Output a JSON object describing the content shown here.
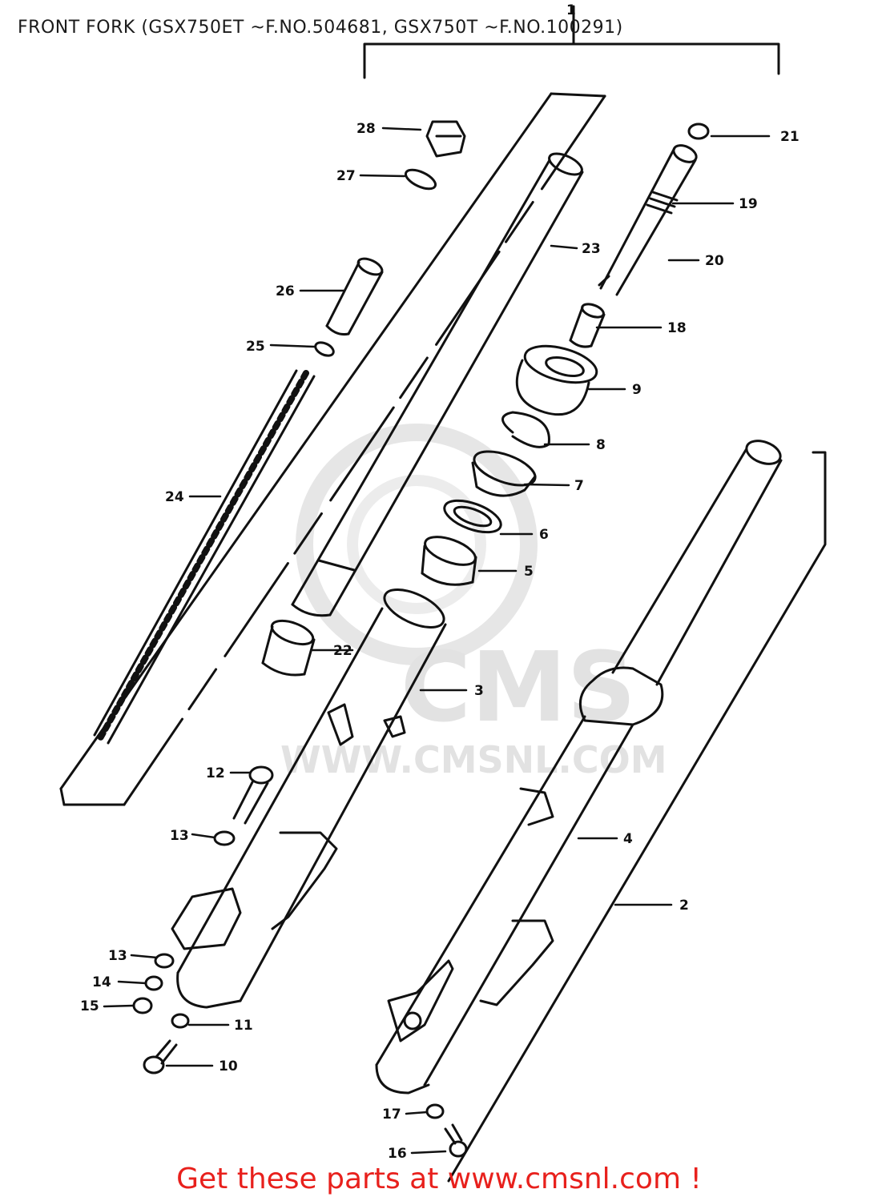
{
  "header": {
    "title": "FRONT FORK (GSX750ET ~F.NO.504681, GSX750T ~F.NO.100291)"
  },
  "watermark": {
    "brand": "CMS",
    "url": "WWW.CMSNL.COM"
  },
  "footer": {
    "link_text": "Get these parts at www.cmsnl.com !"
  },
  "parts": [
    {
      "num": "1"
    },
    {
      "num": "2"
    },
    {
      "num": "3"
    },
    {
      "num": "4"
    },
    {
      "num": "5"
    },
    {
      "num": "6"
    },
    {
      "num": "7"
    },
    {
      "num": "8"
    },
    {
      "num": "9"
    },
    {
      "num": "10"
    },
    {
      "num": "11"
    },
    {
      "num": "12"
    },
    {
      "num": "13"
    },
    {
      "num": "13"
    },
    {
      "num": "14"
    },
    {
      "num": "15"
    },
    {
      "num": "16"
    },
    {
      "num": "17"
    },
    {
      "num": "18"
    },
    {
      "num": "19"
    },
    {
      "num": "20"
    },
    {
      "num": "21"
    },
    {
      "num": "22"
    },
    {
      "num": "23"
    },
    {
      "num": "24"
    },
    {
      "num": "25"
    },
    {
      "num": "26"
    },
    {
      "num": "27"
    },
    {
      "num": "28"
    }
  ],
  "colors": {
    "ink": "#111111",
    "footer_link": "#e8201c",
    "watermark": "#e2e2e2"
  }
}
